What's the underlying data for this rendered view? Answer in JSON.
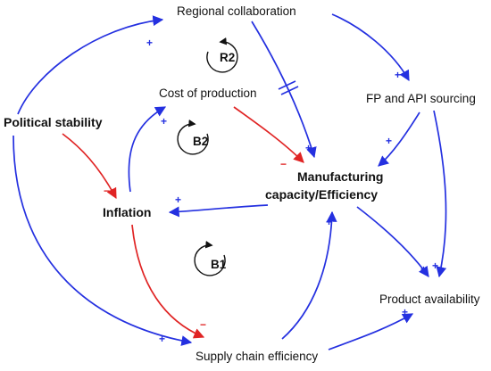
{
  "colors": {
    "positive": "#2430e0",
    "negative": "#e02424",
    "text": "#111111"
  },
  "nodes": {
    "regional": "Regional collaboration",
    "cost": "Cost of production",
    "fp_api": "FP and API sourcing",
    "political": "Political stability",
    "manufacturing_1": "Manufacturing",
    "manufacturing_2": "capacity/Efficiency",
    "inflation": "Inflation",
    "product": "Product availability",
    "supply": "Supply chain efficiency"
  },
  "loops": {
    "r2": "R2",
    "b2": "B2",
    "b1": "B1"
  },
  "signs": {
    "plus": "+",
    "minus": "−"
  }
}
